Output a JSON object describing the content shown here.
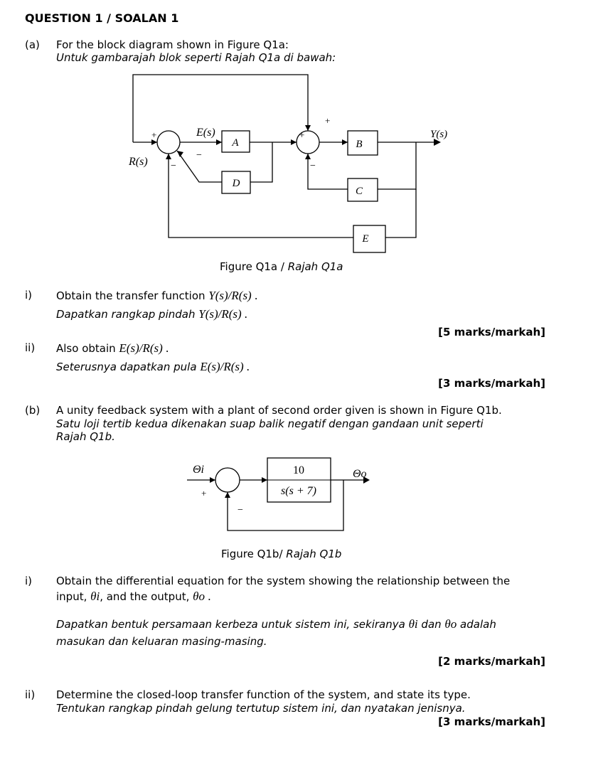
{
  "title": "QUESTION 1 / SOALAN 1",
  "a": {
    "label": "(a)",
    "intro_en": "For the block diagram shown in Figure Q1a:",
    "intro_ms": "Untuk gambarajah blok seperti Rajah Q1a di bawah:",
    "figure": {
      "labels": {
        "E": "E(s)",
        "R": "R(s)",
        "Y": "Y(s)",
        "A": "A",
        "B": "B",
        "C": "C",
        "D": "D",
        "Eblock": "E",
        "plus1": "+",
        "minus1a": "−",
        "minus1b": "−",
        "plus2a": "+",
        "plus2b": "+",
        "minus2": "−"
      },
      "caption_en": "Figure Q1a / ",
      "caption_ms": "Rajah Q1a"
    },
    "i": {
      "num": "i)",
      "en": "Obtain the transfer function ",
      "ms": "Dapatkan rangkap pindah ",
      "expr": "Y(s)/R(s)",
      "marks": "[5 marks/markah]"
    },
    "ii": {
      "num": "ii)",
      "en": "Also obtain ",
      "ms": "Seterusnya dapatkan pula ",
      "expr": "E(s)/R(s)",
      "marks": "[3 marks/markah]"
    }
  },
  "b": {
    "label": "(b)",
    "intro_en": "A unity feedback system with a plant of second order given is shown in Figure Q1b.",
    "intro_ms1": "Satu loji tertib kedua dikenakan suap balik negatif dengan gandaan unit seperti",
    "intro_ms2": "Rajah Q1b.",
    "figure": {
      "theta_i": "Θi",
      "theta_o": "Θo",
      "num": "10",
      "den": "s(s + 7)",
      "plus": "+",
      "minus": "−",
      "caption_en": "Figure Q1b/ ",
      "caption_ms": "Rajah Q1b"
    },
    "i": {
      "num": "i)",
      "en1": "Obtain the differential equation for the system showing the relationship between the",
      "en2a": "input, ",
      "en2b": ", and the output, ",
      "theta_i": "θi",
      "theta_o": "θo",
      "ms1a": "Dapatkan bentuk persamaan kerbeza untuk sistem ini, sekiranya ",
      "ms1b": " dan ",
      "ms1c": " adalah",
      "ms2": "masukan dan keluaran masing-masing.",
      "marks": "[2 marks/markah]"
    },
    "ii": {
      "num": "ii)",
      "en": "Determine the closed-loop transfer function of the system, and state its type.",
      "ms": "Tentukan rangkap pindah gelung tertutup sistem ini, dan nyatakan jenisnya.",
      "marks": "[3 marks/markah]"
    }
  }
}
